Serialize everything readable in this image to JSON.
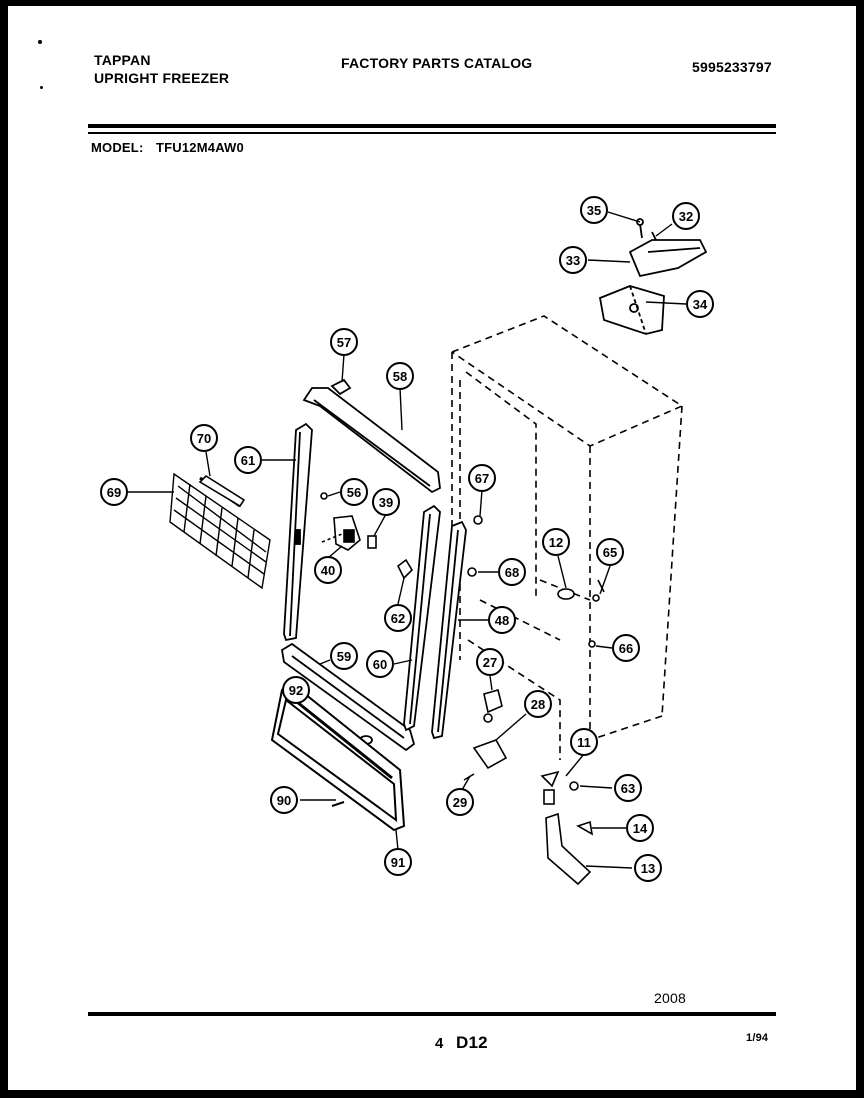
{
  "header": {
    "brand": "TAPPAN",
    "product": "UPRIGHT FREEZER",
    "catalog_title": "FACTORY PARTS CATALOG",
    "catalog_number": "5995233797",
    "model_label": "MODEL:",
    "model_value": "TFU12M4AW0"
  },
  "footer": {
    "figure_code": "2008",
    "page_number": "4",
    "section_code": "D12",
    "date_code": "1/94"
  },
  "callouts": [
    {
      "id": "35"
    },
    {
      "id": "32"
    },
    {
      "id": "33"
    },
    {
      "id": "34"
    },
    {
      "id": "57"
    },
    {
      "id": "58"
    },
    {
      "id": "70"
    },
    {
      "id": "61"
    },
    {
      "id": "69"
    },
    {
      "id": "56"
    },
    {
      "id": "39"
    },
    {
      "id": "67"
    },
    {
      "id": "40"
    },
    {
      "id": "12"
    },
    {
      "id": "65"
    },
    {
      "id": "62"
    },
    {
      "id": "68"
    },
    {
      "id": "48"
    },
    {
      "id": "66"
    },
    {
      "id": "59"
    },
    {
      "id": "60"
    },
    {
      "id": "27"
    },
    {
      "id": "92"
    },
    {
      "id": "28"
    },
    {
      "id": "11"
    },
    {
      "id": "63"
    },
    {
      "id": "29"
    },
    {
      "id": "90"
    },
    {
      "id": "14"
    },
    {
      "id": "91"
    },
    {
      "id": "13"
    }
  ]
}
